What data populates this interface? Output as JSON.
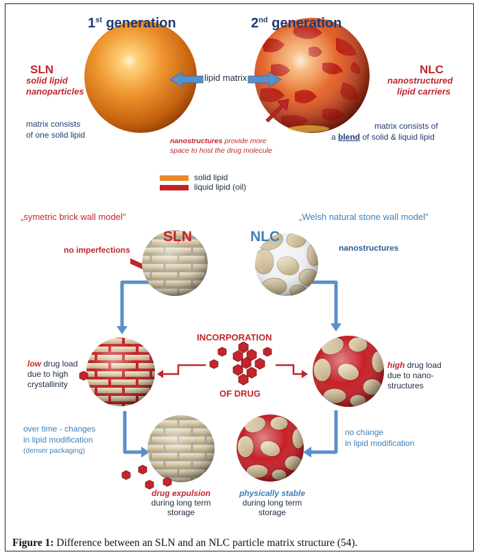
{
  "top": {
    "gen1": {
      "text": "1",
      "sup": "st",
      "rest": " generation"
    },
    "gen2": {
      "text": "2",
      "sup": "nd",
      "rest": " generation"
    },
    "sln_title": "SLN",
    "sln_sub1": "solid lipid",
    "sln_sub2": "nanoparticles",
    "nlc_title": "NLC",
    "nlc_sub1": "nanostructured",
    "nlc_sub2": "lipid carriers",
    "lipid_matrix": "lipid matrix",
    "sln_matrix1": "matrix consists",
    "sln_matrix2": "of one solid lipid",
    "nlc_matrix1": "matrix consists of",
    "nlc_matrix2_pre": "a ",
    "nlc_matrix2_blend": "blend",
    "nlc_matrix2_post": " of solid & liquid lipid",
    "nano_line1_em": "nanostructures",
    "nano_line1_rest": " provide more",
    "nano_line2": "space to host the drug molecule"
  },
  "legend": [
    {
      "label": "solid lipid",
      "color": "#e8892a"
    },
    {
      "label": "liquid lipid (oil)",
      "color": "#c62026"
    }
  ],
  "models": {
    "brick": "„symetric brick wall model\"",
    "stone": "„Welsh natural stone wall model\""
  },
  "bottom": {
    "sln_label": "SLN",
    "nlc_label": "NLC",
    "no_imperfections": "no imperfections",
    "nanostructures": "nanostructures",
    "incorporation": "INCORPORATION",
    "of_drug": "OF DRUG",
    "low_em": "low",
    "low_rest": " drug load",
    "low2": "due to high",
    "low3": "crystallinity",
    "high_em": "high",
    "high_rest": " drug load",
    "high2": "due to nano-",
    "high3": "structures",
    "overtime1": "over time - changes",
    "overtime2": "in lipid modification",
    "overtime3": "(denser packaging)",
    "nochange1": "no change",
    "nochange2": "in lipid modification",
    "expulsion_em": "drug expulsion",
    "expulsion2": "during long term",
    "expulsion3": "storage",
    "stable_em": "physically stable",
    "stable2": "during long term",
    "stable3": "storage"
  },
  "caption": {
    "label": "Figure 1:",
    "text": " Difference between an SLN and an NLC particle matrix structure (54)."
  },
  "colors": {
    "navy": "#1f3b73",
    "red": "#c0262b",
    "blue": "#3d7fb8",
    "arrow_blue": "#5b8fc9",
    "solid_lipid": "#e8892a",
    "liquid_lipid": "#c62026"
  }
}
